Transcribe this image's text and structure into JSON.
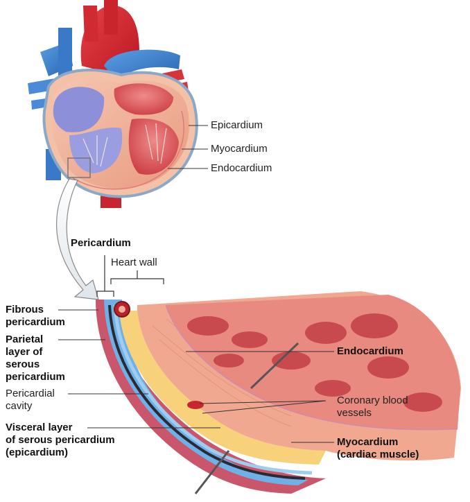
{
  "top_labels": {
    "epicardium": "Epicardium",
    "myocardium": "Myocardium",
    "endocardium": "Endocardium"
  },
  "section": {
    "pericardium": "Pericardium",
    "heart_wall": "Heart wall"
  },
  "left_labels": {
    "fibrous": [
      "Fibrous",
      "pericardium"
    ],
    "parietal": [
      "Parietal",
      "layer of",
      "serous",
      "pericardium"
    ],
    "cavity": [
      "Pericardial",
      "cavity"
    ],
    "visceral": [
      "Visceral layer",
      "of serous pericardium",
      "(epicardium)"
    ]
  },
  "right_labels": {
    "endocardium": "Endocardium",
    "coronary": [
      "Coronary blood",
      "vessels"
    ],
    "myocardium": [
      "Myocardium",
      "(cardiac muscle)"
    ]
  },
  "colors": {
    "oxygenated": "#d8282c",
    "deoxygenated": "#3b7fd0",
    "myocardium": "#f2b49a",
    "fat": "#f7d27a",
    "fibrous": "#c9566a"
  }
}
